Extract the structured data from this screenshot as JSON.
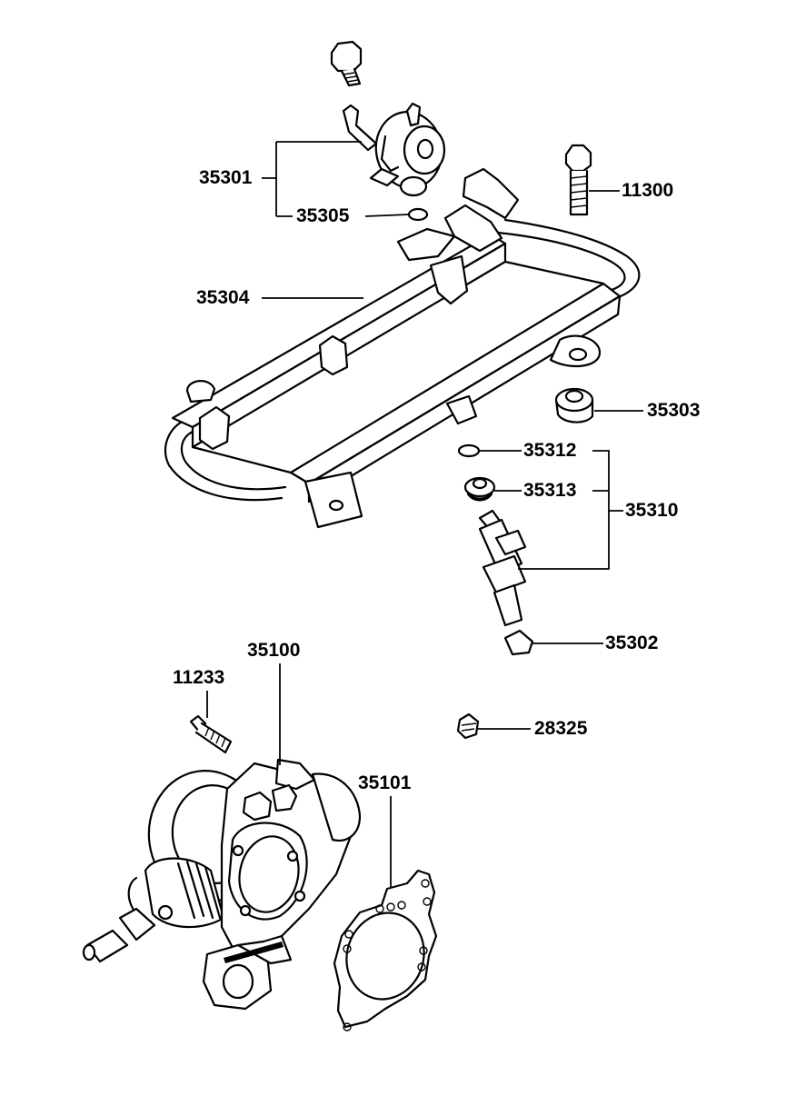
{
  "labels": {
    "p35301": "35301",
    "p35305": "35305",
    "p11300": "11300",
    "p35304": "35304",
    "p35303": "35303",
    "p35312": "35312",
    "p35313": "35313",
    "p35310": "35310",
    "p35302": "35302",
    "p35100": "35100",
    "p11233": "11233",
    "p28325": "28325",
    "p35101": "35101"
  }
}
